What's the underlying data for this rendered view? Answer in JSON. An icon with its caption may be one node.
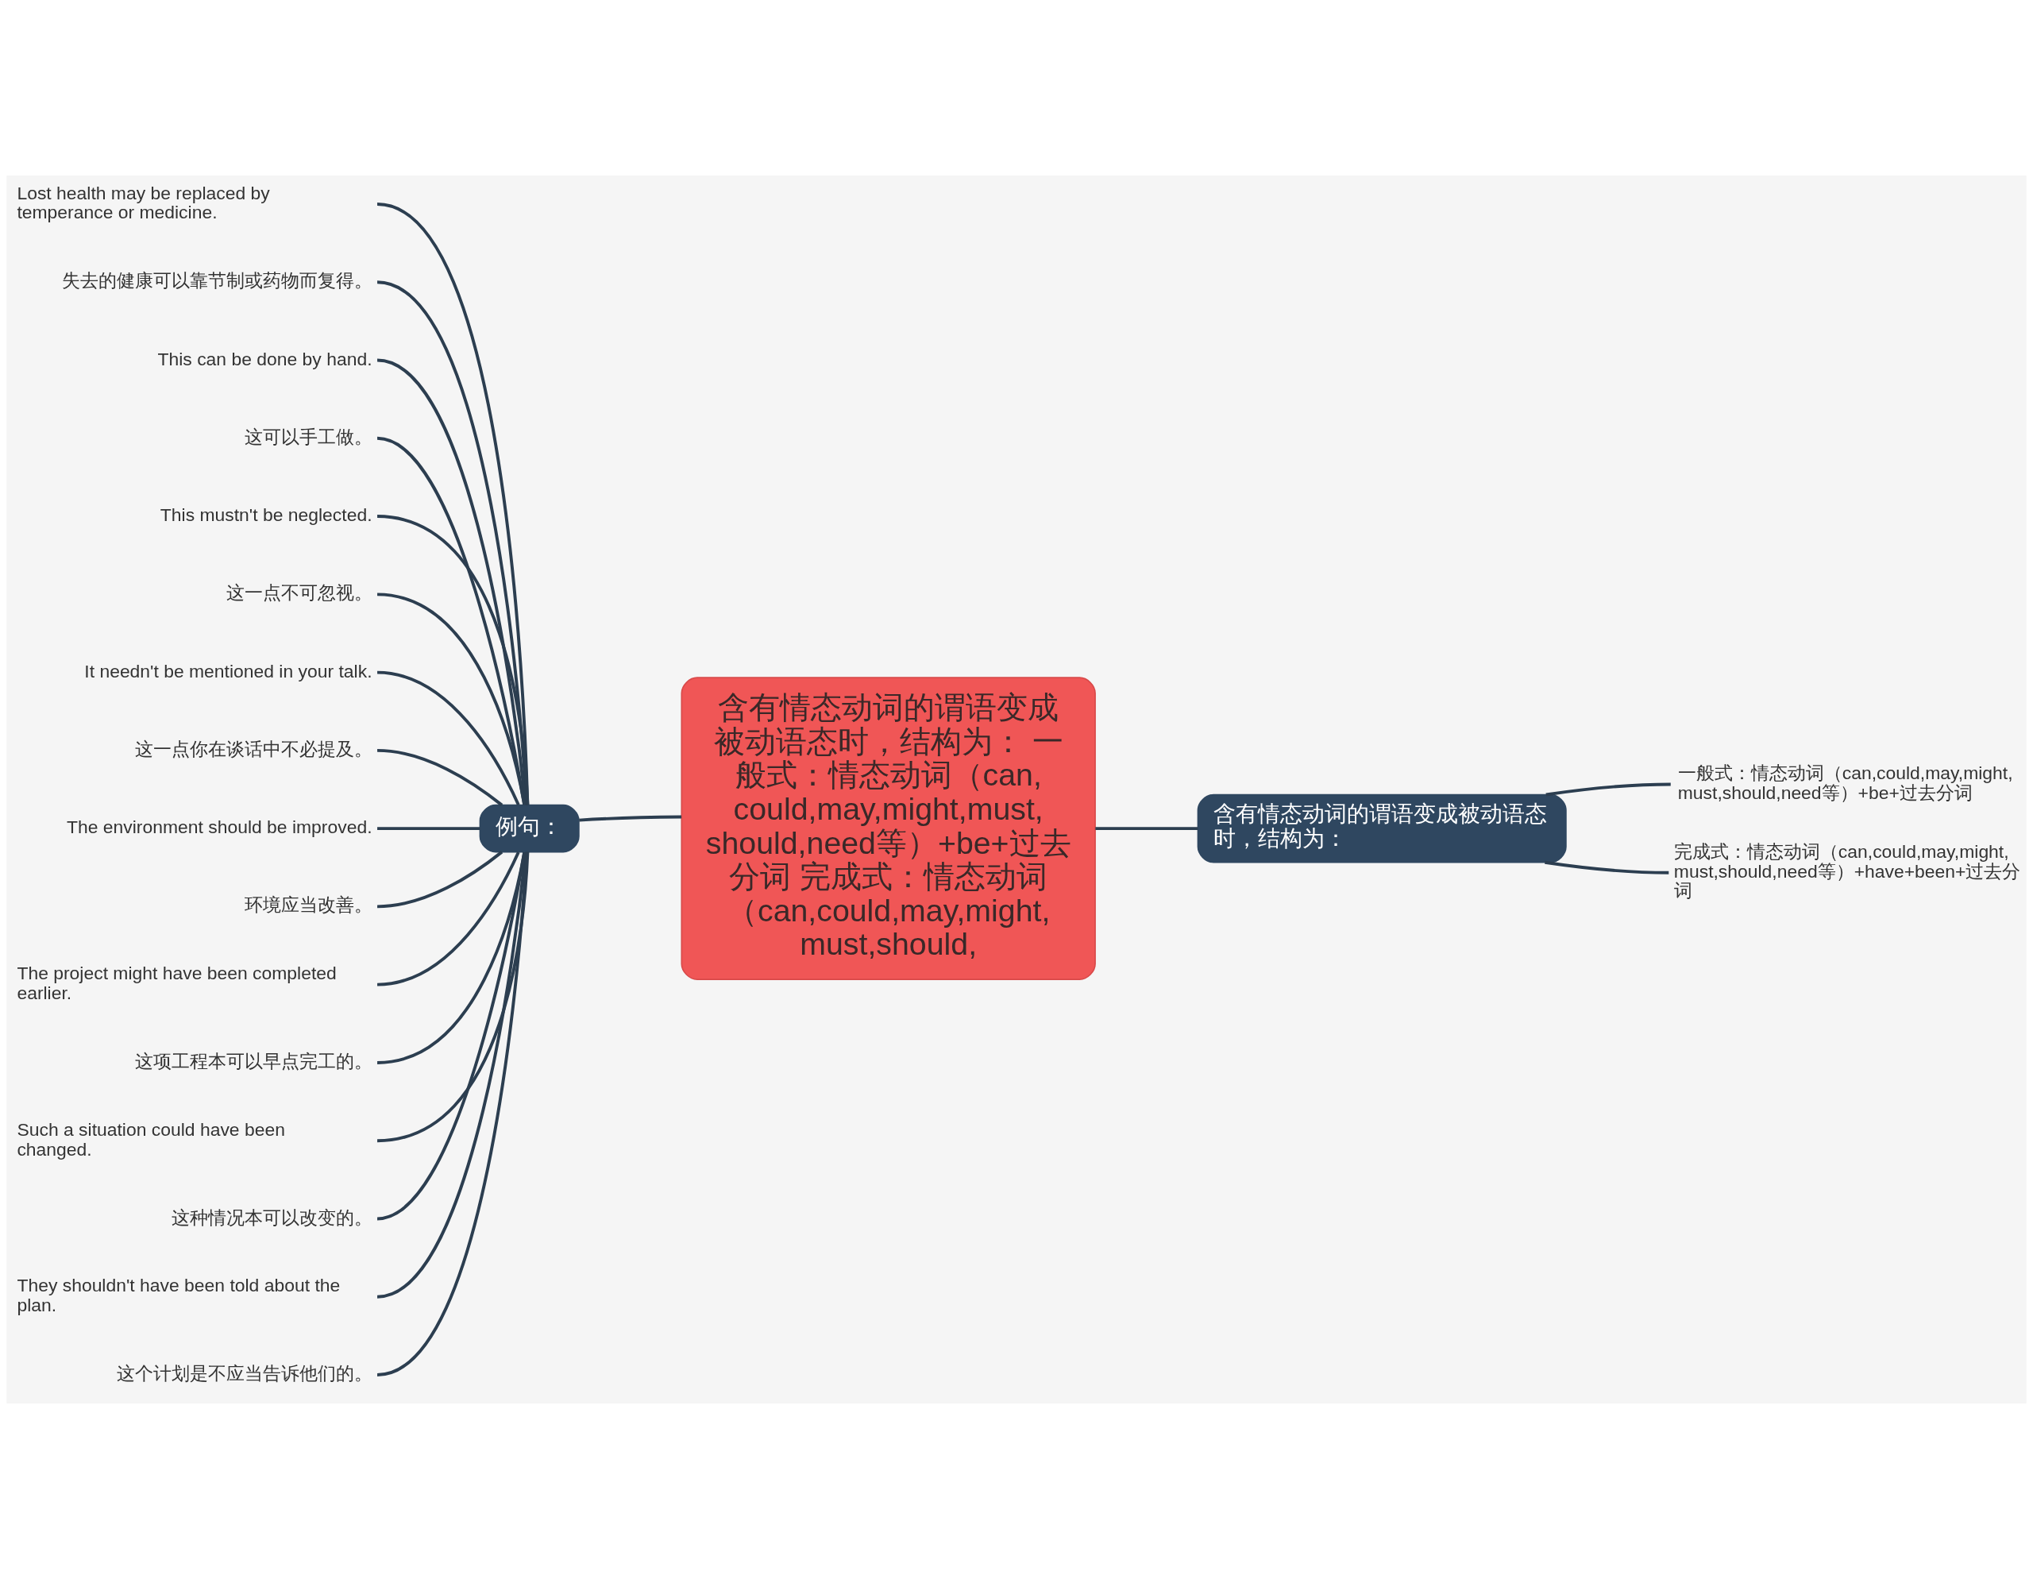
{
  "diagram": {
    "nodes": [
      {
        "text": [
          "含有情态动词的谓语变成被动语态时，结构为： 一般式：情态动词（can,could,may,might,must,should,need等）+be+过去分词 完成式：情态动词（can,could,may,might,must,should,"
        ]
      },
      {
        "text": [
          "例句："
        ]
      },
      {
        "text": [
          "Lost health may be replaced by temperance or medicine."
        ]
      },
      {
        "text": [
          "失去的健康可以靠节制或药物而复得。"
        ]
      },
      {
        "text": [
          "This can be done by hand."
        ]
      },
      {
        "text": [
          "这可以手工做。"
        ]
      },
      {
        "text": [
          "This mustn't be neglected."
        ]
      },
      {
        "text": [
          "这一点不可忽视。"
        ]
      },
      {
        "text": [
          "It needn't be mentioned in your talk."
        ]
      },
      {
        "text": [
          "这一点你在谈话中不必提及。"
        ]
      },
      {
        "text": [
          "The environment should be improved."
        ]
      },
      {
        "text": [
          "环境应当改善。"
        ]
      },
      {
        "text": [
          "The project might have been completed earlier."
        ]
      },
      {
        "text": [
          "这项工程本可以早点完工的。"
        ]
      },
      {
        "text": [
          "Such a situation could have been changed."
        ]
      },
      {
        "text": [
          "这种情况本可以改变的。"
        ]
      },
      {
        "text": [
          "They shouldn't have been told about the plan."
        ]
      },
      {
        "text": [
          "这个计划是不应当告诉他们的。"
        ]
      },
      {
        "text": [
          "含有情态动词的谓语变成被动语态时，结构为："
        ]
      },
      {
        "text": [
          "一般式：情态动词（can,could,may,might,must,should,need等）+be+过去分词"
        ]
      },
      {
        "text": [
          "完成式：情态动词（can,could,may,might,must,should,need等）+have+been+过去分词"
        ]
      }
    ],
    "edges": [
      {
        "from": 0,
        "to": 1,
        "arrow": "none"
      },
      {
        "from": 1,
        "to": 2,
        "arrow": "none"
      },
      {
        "from": 1,
        "to": 3,
        "arrow": "none"
      },
      {
        "from": 1,
        "to": 4,
        "arrow": "none"
      },
      {
        "from": 1,
        "to": 5,
        "arrow": "none"
      },
      {
        "from": 1,
        "to": 6,
        "arrow": "none"
      },
      {
        "from": 1,
        "to": 7,
        "arrow": "none"
      },
      {
        "from": 1,
        "to": 8,
        "arrow": "none"
      },
      {
        "from": 1,
        "to": 9,
        "arrow": "none"
      },
      {
        "from": 1,
        "to": 10,
        "arrow": "none"
      },
      {
        "from": 1,
        "to": 11,
        "arrow": "none"
      },
      {
        "from": 1,
        "to": 12,
        "arrow": "none"
      },
      {
        "from": 1,
        "to": 13,
        "arrow": "none"
      },
      {
        "from": 1,
        "to": 14,
        "arrow": "none"
      },
      {
        "from": 1,
        "to": 15,
        "arrow": "none"
      },
      {
        "from": 1,
        "to": 16,
        "arrow": "none"
      },
      {
        "from": 1,
        "to": 17,
        "arrow": "none"
      },
      {
        "from": 0,
        "to": 18,
        "arrow": "none"
      },
      {
        "from": 18,
        "to": 19,
        "arrow": "none"
      },
      {
        "from": 18,
        "to": 20,
        "arrow": "none"
      }
    ]
  }
}
